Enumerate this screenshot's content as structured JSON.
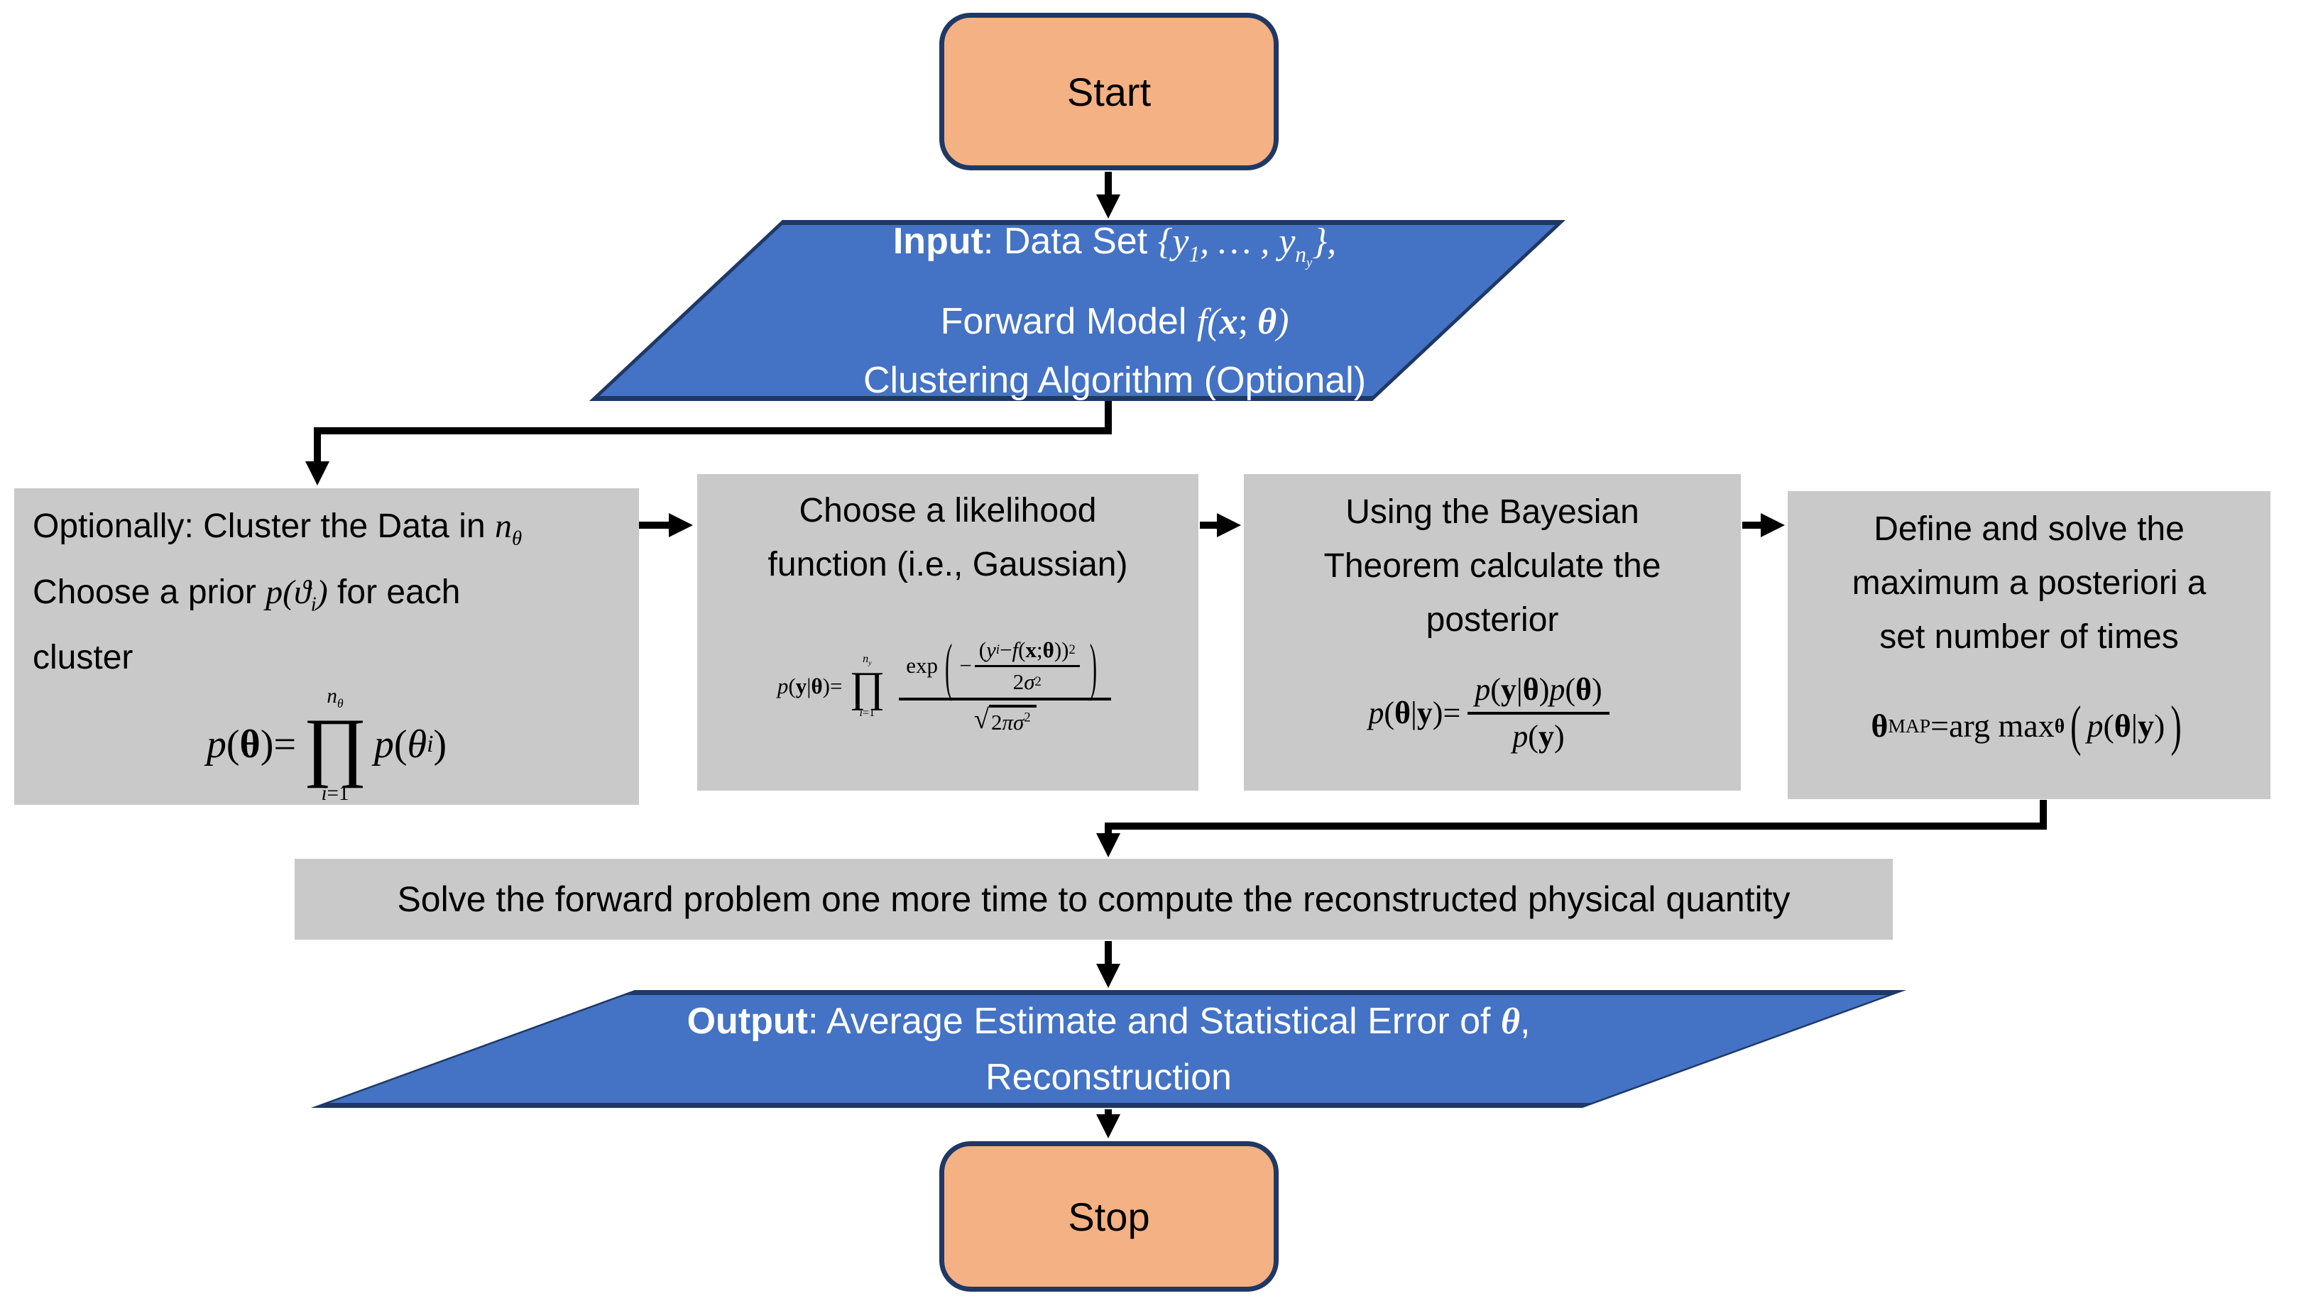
{
  "colors": {
    "terminal_fill": "#F4B183",
    "io_fill": "#4472C4",
    "outline": "#1F3864",
    "process_fill": "#C9C9C9",
    "arrow": "#000000",
    "io_text": "#ffffff",
    "text": "#000000"
  },
  "start": {
    "label": "Start"
  },
  "input": {
    "label_bold": "Input",
    "label_rest": ": Data Set ",
    "set": {
      "open_y": "{y",
      "s1": "1",
      "mid": ", … , ",
      "y2": "y",
      "sn": "n",
      "sny": "y",
      "close": "},"
    },
    "fm_text": "Forward Model ",
    "fm": {
      "f": "f(",
      "x": "x",
      "semi": "; ",
      "theta": "θ",
      "close": ")"
    },
    "line3": "Clustering Algorithm (Optional)"
  },
  "cluster_box": {
    "l1": "Optionally: Cluster the Data in ",
    "l1_n": "n",
    "l1_t": "θ",
    "l2a": "Choose a prior ",
    "l2_p": "p(",
    "l2_v": "ϑ",
    "l2_i": "i",
    "l2_c": ")",
    "l2b": " for each",
    "l3": "cluster",
    "formula": {
      "p": "p",
      "lp": "(",
      "th": "θ",
      "rp": ")",
      "eq": " = ",
      "op": "∏",
      "lim_n": "n",
      "lim_t": "θ",
      "lim_i": "i",
      "lim_eq": "=1",
      "p2": "p",
      "lp2": "(",
      "th2": "θ",
      "sub_i": "i",
      "rp2": ")"
    }
  },
  "likelihood_box": {
    "t1": "Choose a likelihood",
    "t2": "function  (i.e., Gaussian)",
    "formula": {
      "p": "p",
      "lp": "(",
      "y": "y",
      "bar": " | ",
      "th": "θ",
      "rp": ")",
      "eq": " = ",
      "op": "∏",
      "lim_n": "n",
      "lim_ny": "y",
      "lim_i": "i",
      "lim_eq": "=1",
      "exp": "exp",
      "bigl": "(",
      "minus": "−",
      "bigr": ")",
      "inum": {
        "lp": "(",
        "y": "y",
        "i": "i",
        "minus": " − ",
        "f": "f",
        "lp2": "(",
        "x": "x",
        "semi": ";",
        "th": "θ",
        "rp": "))",
        "sq": "2"
      },
      "iden": {
        "c": "2",
        "sig": "σ",
        "sq": "2"
      },
      "sqrt": "√",
      "rad_c": "2",
      "rad_pi": "π",
      "rad_sig": "σ",
      "rad_sq": "2"
    }
  },
  "bayes_box": {
    "t1": "Using the Bayesian",
    "t2": "Theorem calculate the",
    "t3": "posterior",
    "formula": {
      "p": "p",
      "lp": "(",
      "th": "θ",
      "bar": " | ",
      "y": "y",
      "rp": ")",
      "eq": " = ",
      "num": {
        "p1": "p",
        "lp1": "(",
        "y": "y",
        "bar": " | ",
        "th": "θ",
        "rp1": ")",
        "p2": "p",
        "lp2": "(",
        "th2": "θ",
        "rp2": ")"
      },
      "den": {
        "p": "p",
        "lp": "(",
        "y": "y",
        "rp": ")"
      }
    }
  },
  "map_box": {
    "t1": "Define and solve the",
    "t2": "maximum a posteriori a",
    "t3": "set number of times",
    "formula": {
      "th": "θ",
      "sub": "MAP",
      "eq": " = ",
      "fn": "arg max",
      "fs": "θ",
      "bigl": "(",
      "p": "p",
      "lp": "(",
      "th2": "θ",
      "bar": " | ",
      "y": "y",
      "rp": ")",
      "bigr": ")"
    }
  },
  "solve_box": {
    "text": "Solve the forward problem one more time to compute the reconstructed physical quantity"
  },
  "output": {
    "label_bold": "Output",
    "label_rest": ": Average Estimate and Statistical Error of ",
    "theta": "θ",
    "comma": ",",
    "line2": "Reconstruction"
  },
  "stop": {
    "label": "Stop"
  }
}
